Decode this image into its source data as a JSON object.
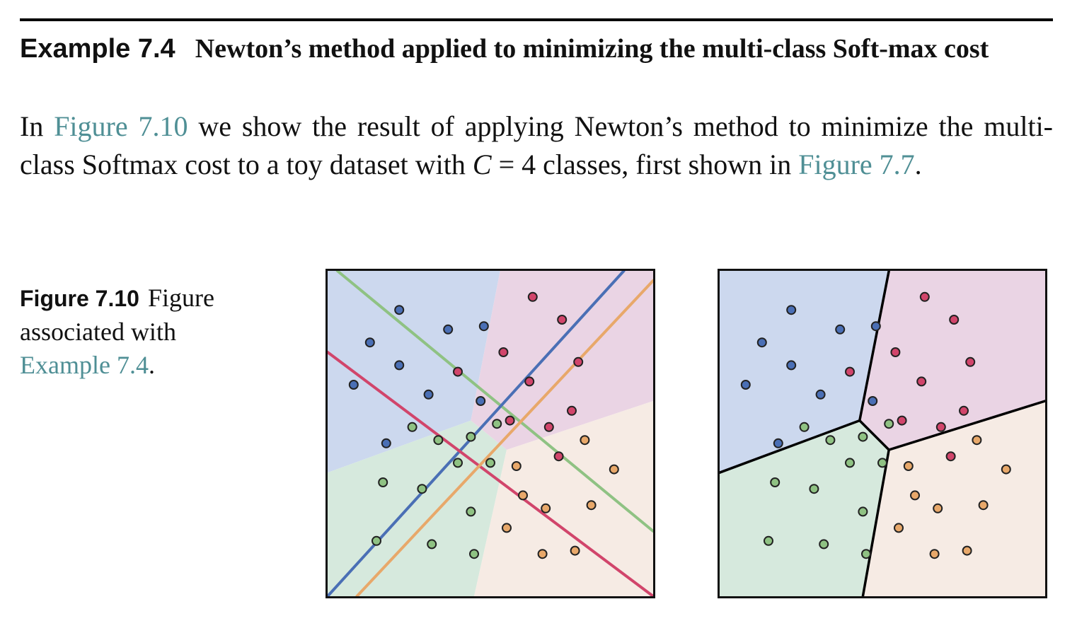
{
  "example": {
    "label": "Example 7.4",
    "title": "Newton’s method applied to minimizing the multi-class Soft-max cost"
  },
  "paragraph": {
    "part1": "In ",
    "link1": "Figure 7.10",
    "part2": " we show the result of applying Newton’s method to minimize the multi-class Softmax cost to a toy dataset with ",
    "var": "C",
    "part3": " = 4 classes, first shown in ",
    "link2": "Figure 7.7",
    "part4": "."
  },
  "caption": {
    "label": "Figure 7.10",
    "text1": "Figure associated with ",
    "link": "Example 7.4",
    "text2": "."
  },
  "colors": {
    "blue": "#4a6fb5",
    "red": "#d1456b",
    "green": "#8fc283",
    "orange": "#e8a86a",
    "blue_region": "#ccd8ee",
    "red_region": "#ead4e4",
    "green_region": "#d6e9dd",
    "orange_region": "#f6ebe4",
    "link": "#4f8f95"
  },
  "chart_data": [
    {
      "type": "scatter",
      "note_visible": "left panel: four individual linear classifier lines over class regions",
      "xlim": [
        0,
        1
      ],
      "ylim": [
        0,
        1
      ],
      "series": [
        {
          "color": "#4a6fb5",
          "points": [
            [
              0.22,
              0.88
            ],
            [
              0.13,
              0.78
            ],
            [
              0.37,
              0.82
            ],
            [
              0.48,
              0.83
            ],
            [
              0.22,
              0.71
            ],
            [
              0.08,
              0.65
            ],
            [
              0.31,
              0.62
            ],
            [
              0.18,
              0.47
            ],
            [
              0.47,
              0.6
            ]
          ]
        },
        {
          "color": "#d1456b",
          "points": [
            [
              0.63,
              0.92
            ],
            [
              0.72,
              0.85
            ],
            [
              0.54,
              0.75
            ],
            [
              0.77,
              0.72
            ],
            [
              0.4,
              0.69
            ],
            [
              0.62,
              0.66
            ],
            [
              0.75,
              0.57
            ],
            [
              0.68,
              0.52
            ],
            [
              0.56,
              0.54
            ],
            [
              0.71,
              0.43
            ]
          ]
        },
        {
          "color": "#8fc283",
          "points": [
            [
              0.26,
              0.52
            ],
            [
              0.52,
              0.53
            ],
            [
              0.44,
              0.49
            ],
            [
              0.34,
              0.48
            ],
            [
              0.4,
              0.41
            ],
            [
              0.5,
              0.41
            ],
            [
              0.17,
              0.35
            ],
            [
              0.29,
              0.33
            ],
            [
              0.44,
              0.26
            ],
            [
              0.15,
              0.17
            ],
            [
              0.32,
              0.16
            ],
            [
              0.45,
              0.13
            ]
          ]
        },
        {
          "color": "#e8a86a",
          "points": [
            [
              0.79,
              0.48
            ],
            [
              0.58,
              0.4
            ],
            [
              0.88,
              0.39
            ],
            [
              0.6,
              0.31
            ],
            [
              0.67,
              0.27
            ],
            [
              0.81,
              0.28
            ],
            [
              0.55,
              0.21
            ],
            [
              0.66,
              0.13
            ],
            [
              0.76,
              0.14
            ]
          ]
        }
      ],
      "lines": [
        {
          "color": "#8fc283",
          "from": [
            0.03,
            1.0
          ],
          "to": [
            1.0,
            0.2
          ]
        },
        {
          "color": "#4a6fb5",
          "from": [
            0.0,
            0.0
          ],
          "to": [
            0.91,
            1.0
          ]
        },
        {
          "color": "#d1456b",
          "from": [
            0.0,
            0.75
          ],
          "to": [
            1.0,
            0.0
          ]
        },
        {
          "color": "#e8a86a",
          "from": [
            0.09,
            0.0
          ],
          "to": [
            1.0,
            0.97
          ]
        }
      ]
    },
    {
      "type": "scatter",
      "note_visible": "right panel: fused multi-class decision boundaries",
      "xlim": [
        0,
        1
      ],
      "ylim": [
        0,
        1
      ],
      "series": [
        {
          "color": "#4a6fb5",
          "points": [
            [
              0.22,
              0.88
            ],
            [
              0.13,
              0.78
            ],
            [
              0.37,
              0.82
            ],
            [
              0.48,
              0.83
            ],
            [
              0.22,
              0.71
            ],
            [
              0.08,
              0.65
            ],
            [
              0.31,
              0.62
            ],
            [
              0.18,
              0.47
            ],
            [
              0.47,
              0.6
            ]
          ]
        },
        {
          "color": "#d1456b",
          "points": [
            [
              0.63,
              0.92
            ],
            [
              0.72,
              0.85
            ],
            [
              0.54,
              0.75
            ],
            [
              0.77,
              0.72
            ],
            [
              0.4,
              0.69
            ],
            [
              0.62,
              0.66
            ],
            [
              0.75,
              0.57
            ],
            [
              0.68,
              0.52
            ],
            [
              0.56,
              0.54
            ],
            [
              0.71,
              0.43
            ]
          ]
        },
        {
          "color": "#8fc283",
          "points": [
            [
              0.26,
              0.52
            ],
            [
              0.52,
              0.53
            ],
            [
              0.44,
              0.49
            ],
            [
              0.34,
              0.48
            ],
            [
              0.4,
              0.41
            ],
            [
              0.5,
              0.41
            ],
            [
              0.17,
              0.35
            ],
            [
              0.29,
              0.33
            ],
            [
              0.44,
              0.26
            ],
            [
              0.15,
              0.17
            ],
            [
              0.32,
              0.16
            ],
            [
              0.45,
              0.13
            ]
          ]
        },
        {
          "color": "#e8a86a",
          "points": [
            [
              0.79,
              0.48
            ],
            [
              0.58,
              0.4
            ],
            [
              0.88,
              0.39
            ],
            [
              0.6,
              0.31
            ],
            [
              0.67,
              0.27
            ],
            [
              0.81,
              0.28
            ],
            [
              0.55,
              0.21
            ],
            [
              0.66,
              0.13
            ],
            [
              0.76,
              0.14
            ]
          ]
        }
      ],
      "lines": [
        {
          "color": "#000000",
          "from": [
            0.0,
            0.38
          ],
          "to": [
            0.43,
            0.54
          ]
        },
        {
          "color": "#000000",
          "from": [
            0.43,
            0.54
          ],
          "to": [
            0.52,
            0.45
          ]
        },
        {
          "color": "#000000",
          "from": [
            0.43,
            0.54
          ],
          "to": [
            0.52,
            1.0
          ]
        },
        {
          "color": "#000000",
          "from": [
            0.52,
            0.45
          ],
          "to": [
            1.0,
            0.6
          ]
        },
        {
          "color": "#000000",
          "from": [
            0.52,
            0.45
          ],
          "to": [
            0.44,
            0.0
          ]
        }
      ]
    }
  ]
}
